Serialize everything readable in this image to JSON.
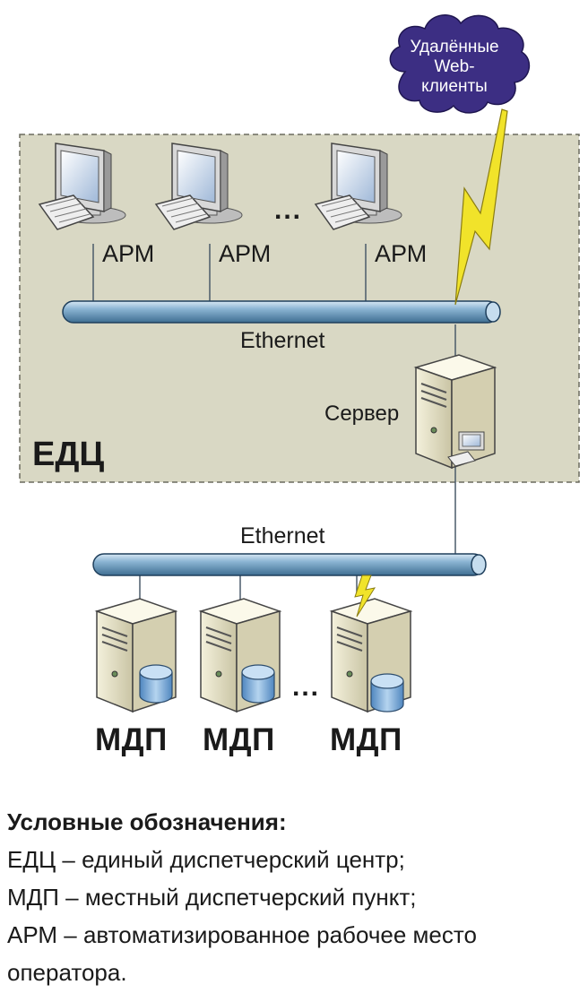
{
  "cloud": {
    "line1": "Удалённые",
    "line2": "Web-",
    "line3": "клиенты"
  },
  "workstations": [
    {
      "label": "АРМ"
    },
    {
      "label": "АРМ"
    },
    {
      "label": "АРМ"
    }
  ],
  "workstations_ellipsis": "...",
  "ethernet_top": "Ethernet",
  "server": {
    "label": "Сервер"
  },
  "zone_label": "ЕДЦ",
  "ethernet_bottom": "Ethernet",
  "mdp_nodes": [
    {
      "label": "МДП"
    },
    {
      "label": "МДП"
    },
    {
      "label": "МДП"
    }
  ],
  "mdp_ellipsis": "...",
  "legend": {
    "title": "Условные обозначения:",
    "items": [
      "ЕДЦ – единый диспетчерский центр;",
      "МДП – местный диспетчерский пункт;",
      "АРМ – автоматизированное рабочее место",
      "оператора."
    ]
  },
  "colors": {
    "zone_fill": "#d9d8c4",
    "zone_border": "#6b6b5e",
    "bus": "#7fa9c9",
    "cloud": "#3c2e83",
    "lightning": "#f1e32a"
  }
}
